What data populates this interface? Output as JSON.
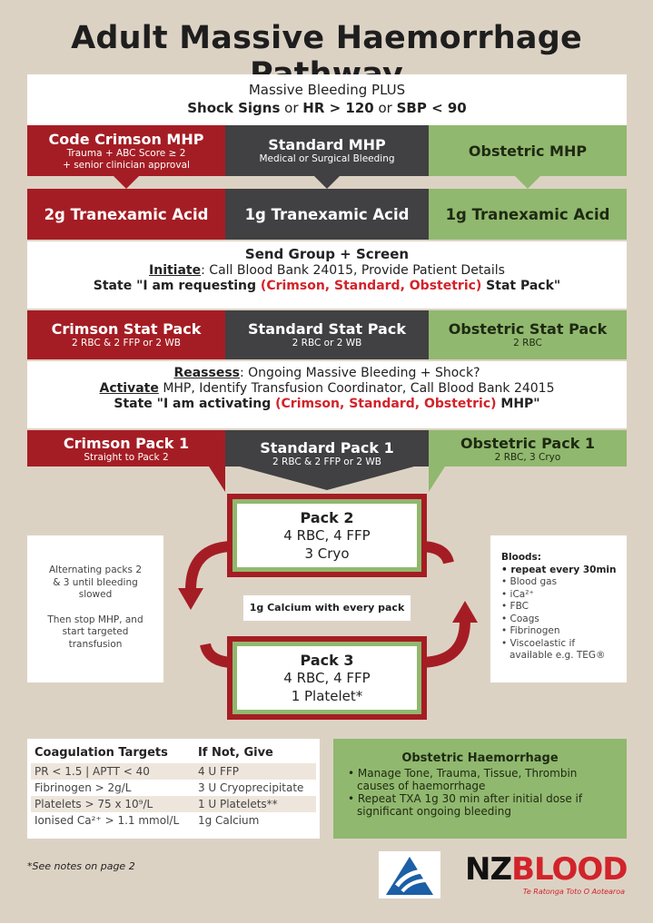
{
  "title": "Adult Massive Haemorrhage Pathway",
  "trigger": {
    "line1": "Massive Bleeding PLUS",
    "line2_a": "Shock Signs",
    "line2_b": " or ",
    "line2_c": "HR > 120",
    "line2_d": " or ",
    "line2_e": "SBP < 90"
  },
  "mhp": {
    "crimson": {
      "title": "Code Crimson MHP",
      "sub1": "Trauma + ABC Score ≥ 2",
      "sub2": "+ senior clinician approval"
    },
    "standard": {
      "title": "Standard MHP",
      "sub1": "Medical or Surgical Bleeding"
    },
    "obstetric": {
      "title": "Obstetric MHP"
    }
  },
  "txa": {
    "crimson": "2g Tranexamic Acid",
    "standard": "1g Tranexamic Acid",
    "obstetric": "1g Tranexamic Acid"
  },
  "send": {
    "line1": "Send Group + Screen",
    "initiate_label": "Initiate",
    "initiate_text": ": Call Blood Bank 24015, Provide Patient Details",
    "state_a": "State \"I am requesting ",
    "state_b": "(Crimson, Standard, Obstetric)",
    "state_c": " Stat Pack\""
  },
  "stat": {
    "crimson": {
      "title": "Crimson Stat Pack",
      "sub": "2 RBC & 2 FFP or 2 WB"
    },
    "standard": {
      "title": "Standard Stat Pack",
      "sub": "2 RBC or 2 WB"
    },
    "obstetric": {
      "title": "Obstetric Stat Pack",
      "sub": "2 RBC"
    }
  },
  "reassess": {
    "label": "Reassess",
    "text": ": Ongoing Massive Bleeding + Shock?",
    "activate_label": "Activate",
    "activate_text": " MHP, Identify Transfusion Coordinator, Call Blood Bank 24015",
    "state_a": "State \"I am activating ",
    "state_b": "(Crimson, Standard, Obstetric)",
    "state_c": " MHP\""
  },
  "pack1": {
    "crimson": {
      "title": "Crimson Pack 1",
      "sub": "Straight to Pack 2"
    },
    "standard": {
      "title": "Standard Pack 1",
      "sub": "2 RBC & 2 FFP or 2 WB"
    },
    "obstetric": {
      "title": "Obstetric Pack 1",
      "sub": "2 RBC, 3 Cryo"
    }
  },
  "pack2": {
    "title": "Pack 2",
    "line1": "4 RBC, 4 FFP",
    "line2": "3 Cryo"
  },
  "pack3": {
    "title": "Pack 3",
    "line1": "4 RBC, 4 FFP",
    "line2": "1 Platelet*"
  },
  "calcium": "1g Calcium with every pack",
  "left_note": {
    "p1": "Alternating packs 2 & 3 until bleeding slowed",
    "p2": "Then stop MHP, and start targeted transfusion"
  },
  "bloods": {
    "title": "Bloods:",
    "items": [
      "repeat every 30min",
      "Blood gas",
      "iCa²⁺",
      "FBC",
      "Coags",
      "Fibrinogen",
      "Viscoelastic if available e.g. TEG®"
    ]
  },
  "coag": {
    "h1": "Coagulation Targets",
    "h2": "If Not, Give",
    "rows": [
      [
        "PR < 1.5 | APTT < 40",
        "4 U FFP"
      ],
      [
        "Fibrinogen > 2g/L",
        "3 U Cryoprecipitate"
      ],
      [
        "Platelets > 75 x 10⁹/L",
        "1 U Platelets**"
      ],
      [
        "Ionised Ca²⁺ > 1.1 mmol/L",
        "1g Calcium"
      ]
    ]
  },
  "obstetric_box": {
    "title": "Obstetric Haemorrhage",
    "items": [
      "Manage Tone, Trauma, Tissue, Thrombin causes of haemorrhage",
      "Repeat TXA 1g 30 min after initial dose if significant ongoing bleeding"
    ]
  },
  "footnote": "*See notes on page 2",
  "logo": {
    "nz": "NZ",
    "blood": "BLOOD",
    "tagline": "Te Ratonga Toto O Aotearoa"
  },
  "colors": {
    "crimson": "#a51d24",
    "standard": "#414042",
    "obstetric": "#91b86f",
    "background": "#dcd2c4"
  }
}
